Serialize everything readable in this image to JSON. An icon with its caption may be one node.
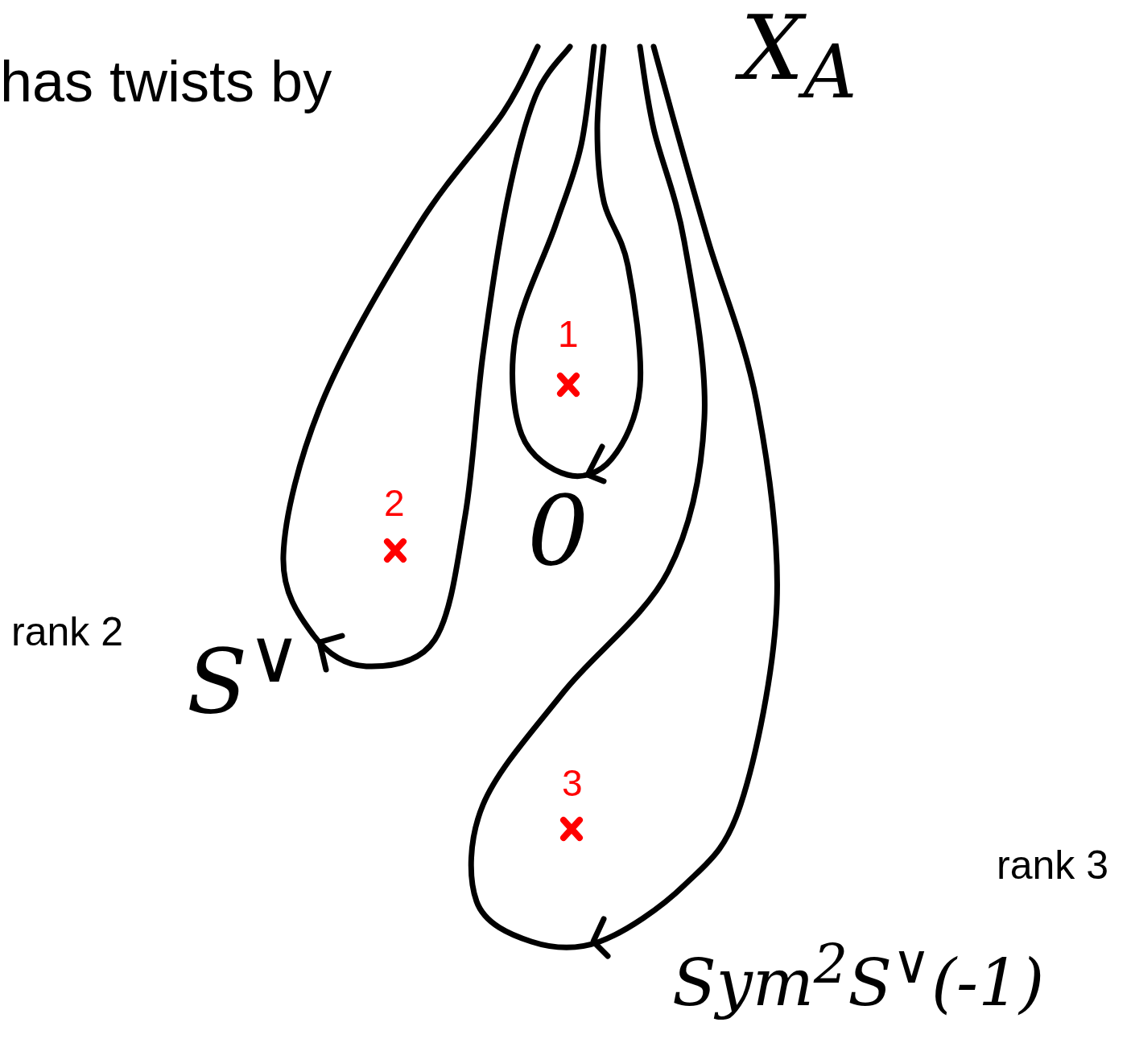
{
  "diagram": {
    "labels": [
      "has twists by",
      "X$_{A}$",
      "1",
      "2",
      "3",
      "0",
      "rank 2",
      "rank 3",
      "S$^{∨}$",
      "Sym$^{2}$S$^{∨}$(-1)"
    ]
  }
}
